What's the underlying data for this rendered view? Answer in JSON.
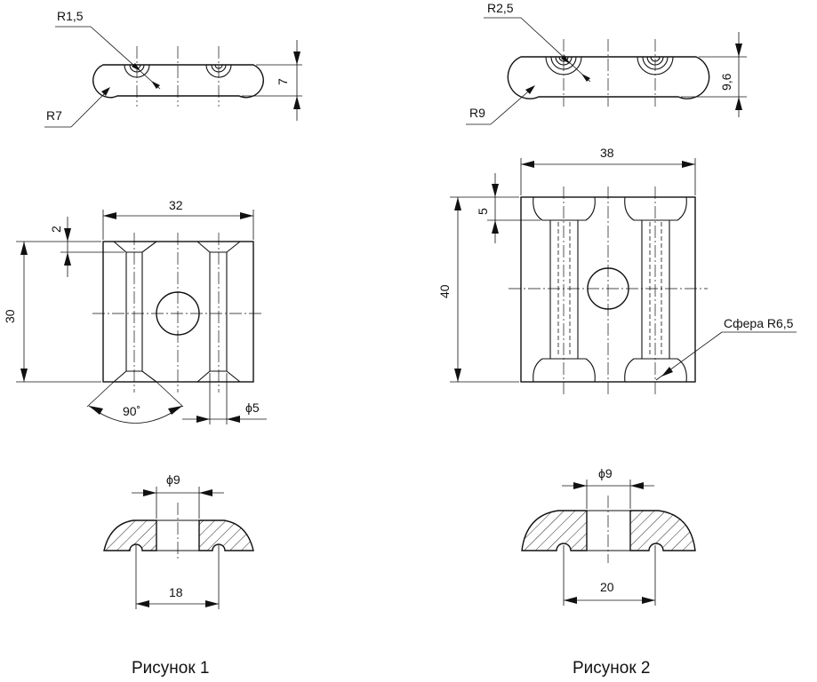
{
  "figure1": {
    "top_view": {
      "radius_small": "R1,5",
      "radius_large": "R7",
      "height": "7"
    },
    "front_view": {
      "width": "32",
      "height": "30",
      "depth": "2",
      "angle": "90˚",
      "hole": "ϕ5"
    },
    "section": {
      "diameter": "ϕ9",
      "spacing": "18"
    },
    "caption": "Рисунок 1"
  },
  "figure2": {
    "top_view": {
      "radius_small": "R2,5",
      "radius_large": "R9",
      "height": "9,6"
    },
    "front_view": {
      "width": "38",
      "height": "40",
      "depth": "5",
      "sphere": "Сфера R6,5"
    },
    "section": {
      "diameter": "ϕ9",
      "spacing": "20"
    },
    "caption": "Рисунок 2"
  }
}
